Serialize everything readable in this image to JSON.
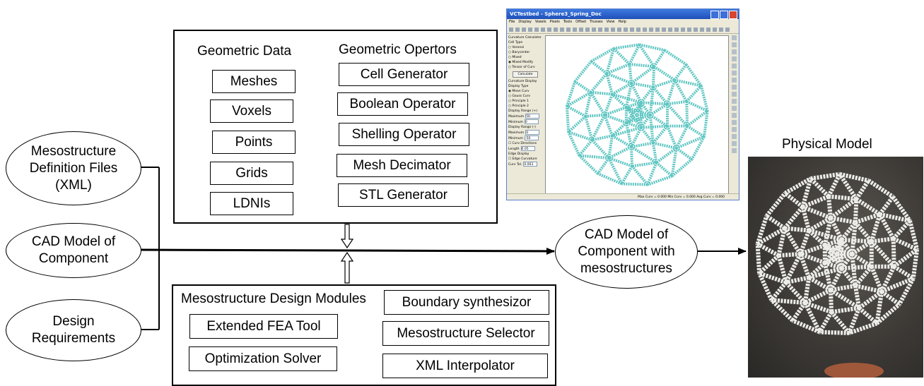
{
  "inputs": {
    "mesostructure_files": "Mesostructure\nDefinition Files\n(XML)",
    "cad_model": "CAD Model of\nComponent",
    "design_requirements": "Design\nRequirements"
  },
  "output": {
    "cad_with_meso": "CAD Model of\nComponent with\nmesostructures"
  },
  "geometric_panel": {
    "data_heading": "Geometric Data",
    "operators_heading": "Geometric Opertors",
    "data_items": [
      "Meshes",
      "Voxels",
      "Points",
      "Grids",
      "LDNIs"
    ],
    "operator_items": [
      "Cell Generator",
      "Boolean Operator",
      "Shelling Operator",
      "Mesh Decimator",
      "STL Generator"
    ]
  },
  "design_panel": {
    "heading": "Mesostructure Design Modules",
    "left_items": [
      "Extended FEA Tool",
      "Optimization Solver"
    ],
    "right_items": [
      "Boundary synthesizor",
      "Mesostructure Selector",
      "XML Interpolator"
    ]
  },
  "software": {
    "title": "VCTestbed - Sphere3_Spring_Doc",
    "menu": [
      "File",
      "Display",
      "Voxels",
      "Pixels",
      "Tools",
      "Offset",
      "Trusses",
      "View",
      "Help"
    ],
    "sidebar": [
      "Curvature Calculator",
      "Cell Type",
      "Voronoi",
      "Barycenter",
      "Mixed",
      "Mixed Modify",
      "Tensor of Curv",
      "Calculate",
      "Curvature Display",
      "Display Type",
      "Mean Curv",
      "Gauss Curv",
      "Principle 1",
      "Principle 2",
      "Display Range (+)",
      "Maximum",
      "50",
      "Minimum",
      "0",
      "Display Range (-)",
      "Maximum",
      "0",
      "Minimum",
      "-50",
      "Curv Directions",
      "Length",
      "0.05",
      "Edge Display",
      "Edge Curvature",
      "Curv Tol.",
      "0.003"
    ],
    "status": "Max Curv = 0.000   Min Curv = 0.000   Avg Curv = 0.000",
    "mesh_color": "#5fc6c2"
  },
  "physical_model": {
    "label": "Physical Model"
  }
}
